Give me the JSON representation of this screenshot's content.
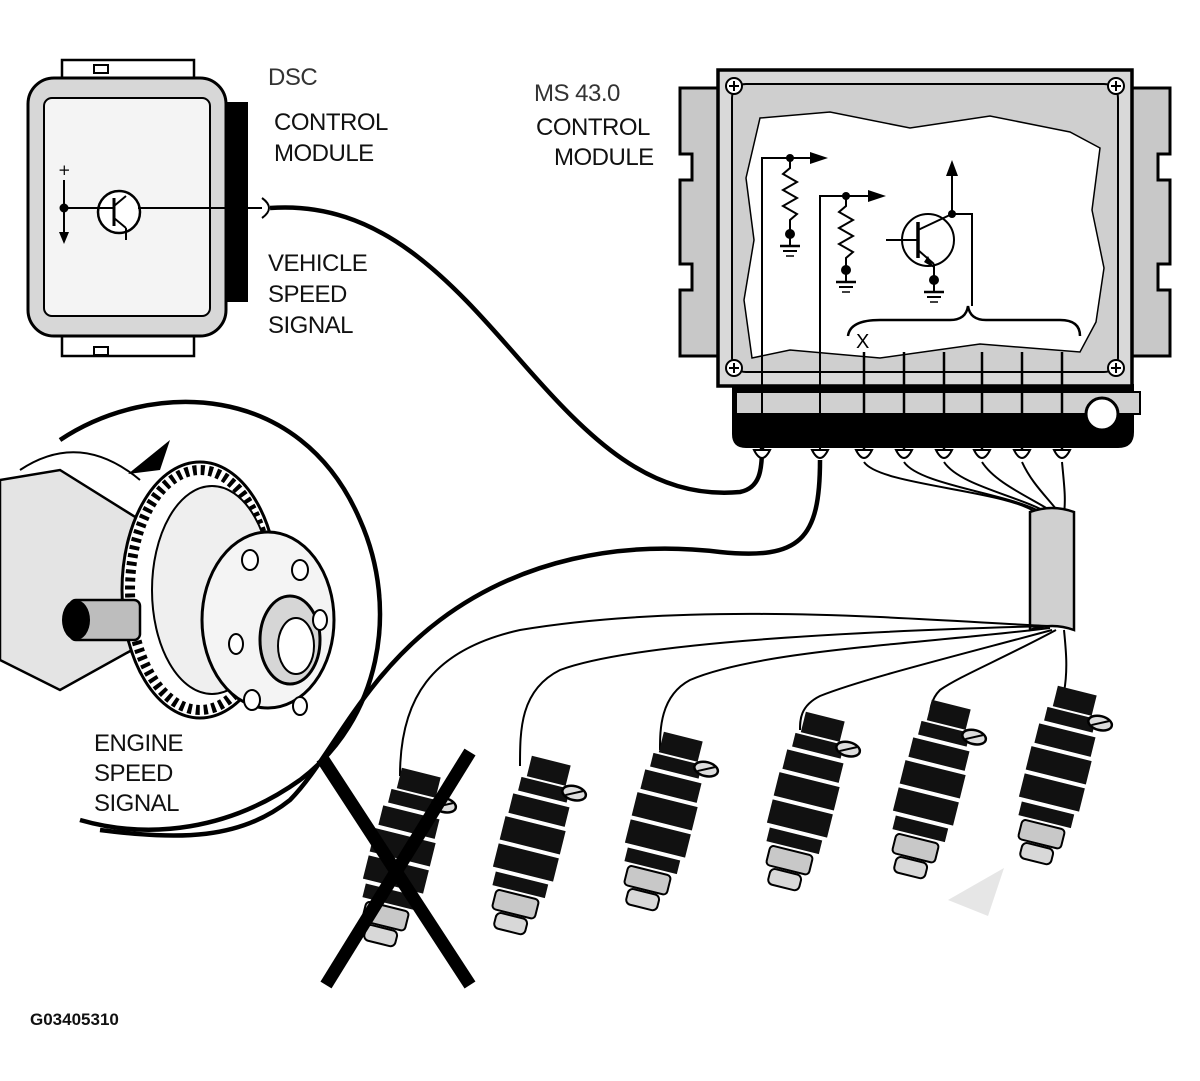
{
  "dsc": {
    "title": "DSC",
    "line1": "CONTROL",
    "line2": "MODULE",
    "plus_sign": "+"
  },
  "ms": {
    "title": "MS 43.0",
    "line1": "CONTROL",
    "line2": "MODULE",
    "x_mark": "X"
  },
  "vehicle_speed": {
    "line1": "VEHICLE",
    "line2": "SPEED",
    "line3": "SIGNAL"
  },
  "engine_speed": {
    "line1": "ENGINE",
    "line2": "SPEED",
    "line3": "SIGNAL"
  },
  "figure_code": "G03405310",
  "injectors": {
    "count": 6,
    "disabled_index": 0
  }
}
